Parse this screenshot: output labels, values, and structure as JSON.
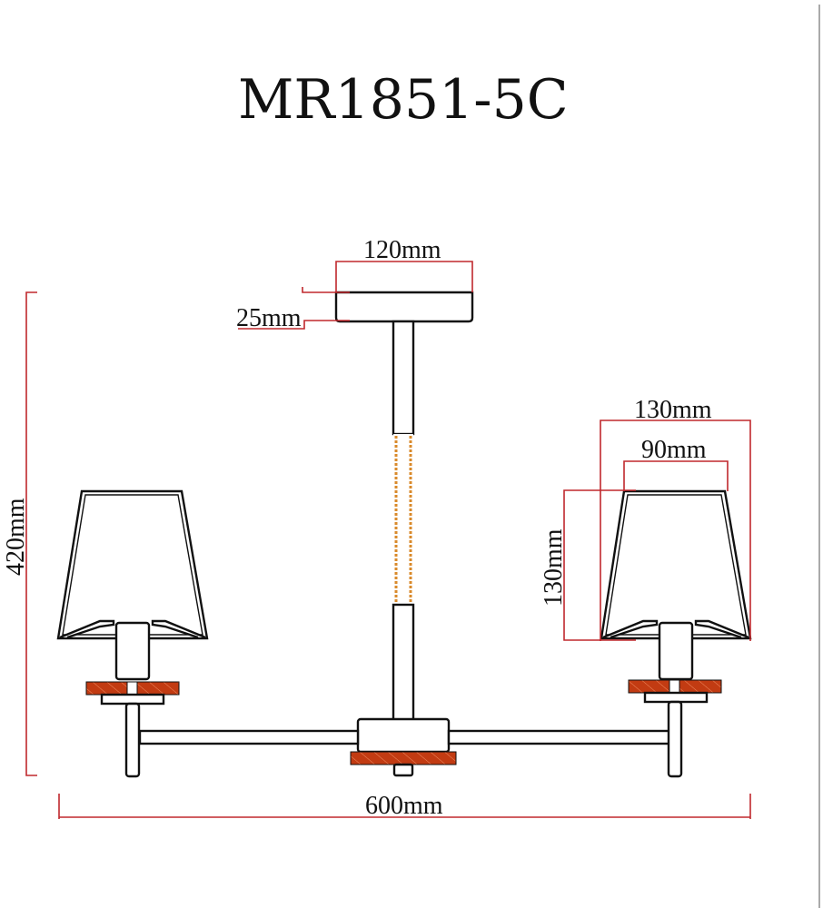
{
  "drawing": {
    "title": "MR1851-5C",
    "colors": {
      "dimension_line": "#c0282d",
      "wood_accent": "#c23b12",
      "rope_accent": "#d98a2b",
      "outline": "#111111",
      "background": "#ffffff"
    },
    "dimensions": {
      "canopy_width": "120mm",
      "canopy_height": "25mm",
      "shade_bottom_width": "130mm",
      "shade_top_width": "90mm",
      "shade_height": "130mm",
      "total_height": "420mm",
      "total_width": "600mm"
    }
  }
}
